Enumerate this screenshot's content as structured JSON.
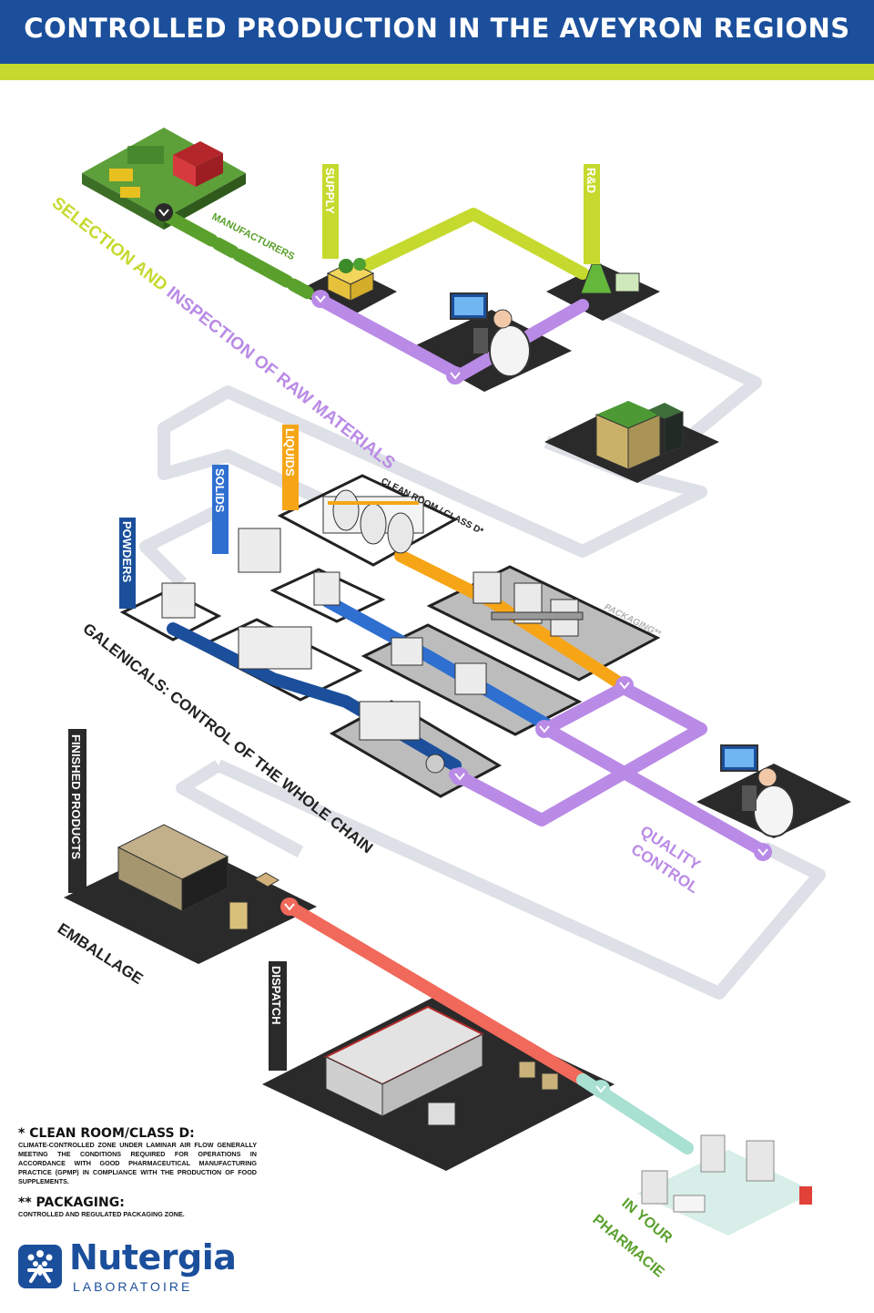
{
  "title": "CONTROLLED PRODUCTION IN THE AVEYRON REGIONS",
  "labels": {
    "manufacturers": "MANUFACTURERS",
    "supply": "SUPPLY",
    "rd": "R&D",
    "selection_part1": "SELECTION AND ",
    "selection_part2": "INSPECTION OF RAW MATERIALS",
    "powders": "POWDERS",
    "solids": "SOLIDS",
    "liquids": "LIQUIDS",
    "clean_room": "CLEAN ROOM / CLASS D*",
    "packaging": "PACKAGING**",
    "galenicals": "GALENICALS: CONTROL OF THE WHOLE CHAIN",
    "quality_line1": "QUALITY",
    "quality_line2": "CONTROL",
    "finished_products": "FINISHED PRODUCTS",
    "emballage": "EMBALLAGE",
    "dispatch": "DISPATCH",
    "pharmacie_line1": "IN YOUR",
    "pharmacie_line2": "PHARMACIE"
  },
  "notes": {
    "clean_room_title": "* CLEAN ROOM/CLASS D:",
    "clean_room_body": "Climate-controlled zone under laminar air flow generally meeting the conditions required for operations in accordance with Good Pharmaceutical Manufacturing Practice (GPMP) in compliance with the production of food supplements.",
    "packaging_title": "** PACKAGING:",
    "packaging_body": "Controlled and regulated packaging zone."
  },
  "logo": {
    "name": "Nutergia",
    "subtitle": "LABORATOIRE"
  },
  "colors": {
    "header": "#1b4f9c",
    "stripe": "#c6d92e",
    "green": "#5aa02c",
    "lime": "#c6d92e",
    "purple": "#b98ae6",
    "blue": "#2f6fd0",
    "orange": "#f5a516",
    "red": "#f0695a",
    "mint": "#a8e0d2",
    "grey_path": "#dde0e6",
    "platform": "#2a2a2a"
  },
  "icons": [
    "farm-icon",
    "supply-crate-icon",
    "rd-flask-icon",
    "lab-technician-icon",
    "crates-stock-icon",
    "powders-machine-icon",
    "solids-machine-icon",
    "liquids-tanks-icon",
    "packaging-line-icon",
    "quality-technician-icon",
    "boxes-pallet-icon",
    "dispatch-line-icon",
    "pharmacy-icon",
    "nutergia-logo-icon"
  ]
}
